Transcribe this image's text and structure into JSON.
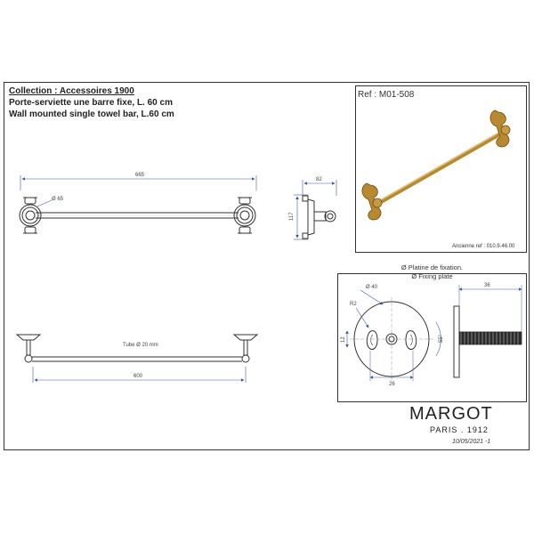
{
  "header": {
    "collection": "Collection : Accessoires 1900",
    "title_fr": "Porte-serviette une barre fixe, L. 60 cm",
    "title_en": "Wall mounted single towel bar, L.60 cm"
  },
  "reference": {
    "label": "Ref : M01-508",
    "old_ref": "Ancienne ref : 010.9.46.00"
  },
  "dimensions": {
    "overall_length": "665",
    "rosette_diameter": "Ø 65",
    "depth": "82",
    "height": "117",
    "tube": "Tube Ø 20 mm",
    "bar_length": "600"
  },
  "fixing_plate": {
    "title_fr": "Ø Platine de fixation.",
    "title_en": "Ø Fixing plate",
    "diameter": "Ø 40",
    "radius": "R2",
    "slot_width": "12",
    "hole_spacing": "26",
    "angle": "55°",
    "screw_length": "36"
  },
  "footer": {
    "brand": "MARGOT",
    "city": "PARIS . 1912",
    "date": "10/05/2021 -1"
  },
  "colors": {
    "line": "#333333",
    "dimension": "#3a5ba0",
    "brass": "#b8892e"
  }
}
